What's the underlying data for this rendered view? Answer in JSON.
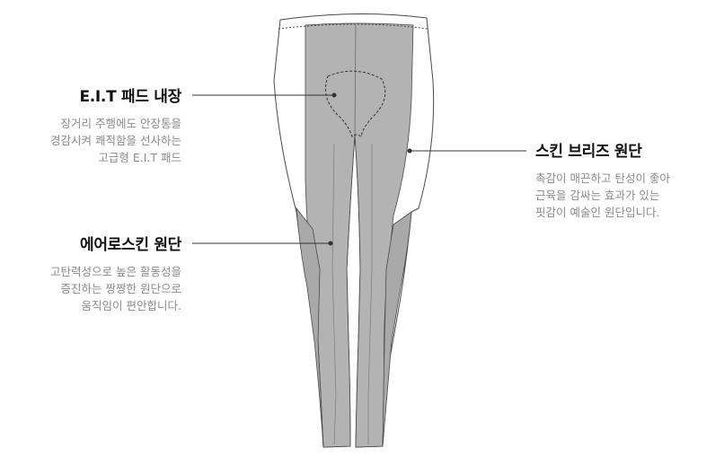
{
  "callouts": {
    "eit": {
      "title": "E.I.T 패드 내장",
      "desc": [
        "장거리 주행에도 안장통을",
        "경감시켜 쾌적함을 선사하는",
        "고급형 E.I.T 패드"
      ]
    },
    "aero": {
      "title": "에어로스킨 원단",
      "desc": [
        "고탄력성으로 높은 활동성을",
        "증진하는 짱짱한 원단으로",
        "움직임이 편안합니다."
      ]
    },
    "skin": {
      "title": "스킨 브리즈 원단",
      "desc": [
        "촉감이 매끈하고 탄성이 좋아",
        "근육을 감싸는 효과가 있는",
        "핏감이 예술인 원단입니다."
      ]
    }
  },
  "colors": {
    "fabric_gray": "#b3b3b3",
    "outline": "#4a4a4a",
    "panel_white": "#ffffff",
    "desc_text": "#8a8a8a"
  },
  "icons": [
    "leggings-illustration"
  ]
}
